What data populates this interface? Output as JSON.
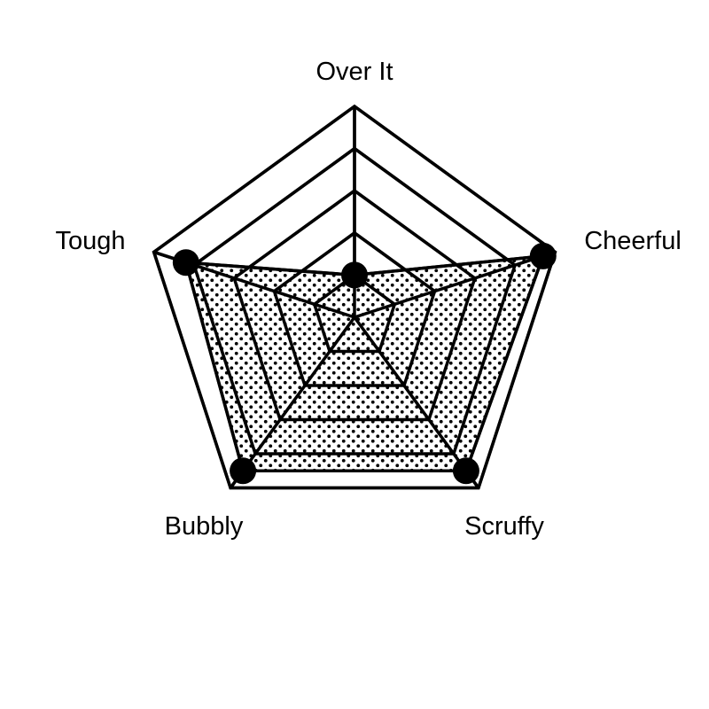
{
  "chart_data": {
    "type": "radar",
    "axes": [
      "Over It",
      "Cheerful",
      "Scruffy",
      "Bubbly",
      "Tough"
    ],
    "series": [
      {
        "values": [
          1.0,
          4.7,
          4.5,
          4.5,
          4.2
        ]
      }
    ],
    "rlim": [
      0,
      5
    ],
    "ring_values": [
      1,
      2,
      3,
      4,
      5
    ],
    "grid": true,
    "fill_pattern": "dots",
    "colors": {
      "line": "#000000",
      "background": "#ffffff"
    }
  }
}
